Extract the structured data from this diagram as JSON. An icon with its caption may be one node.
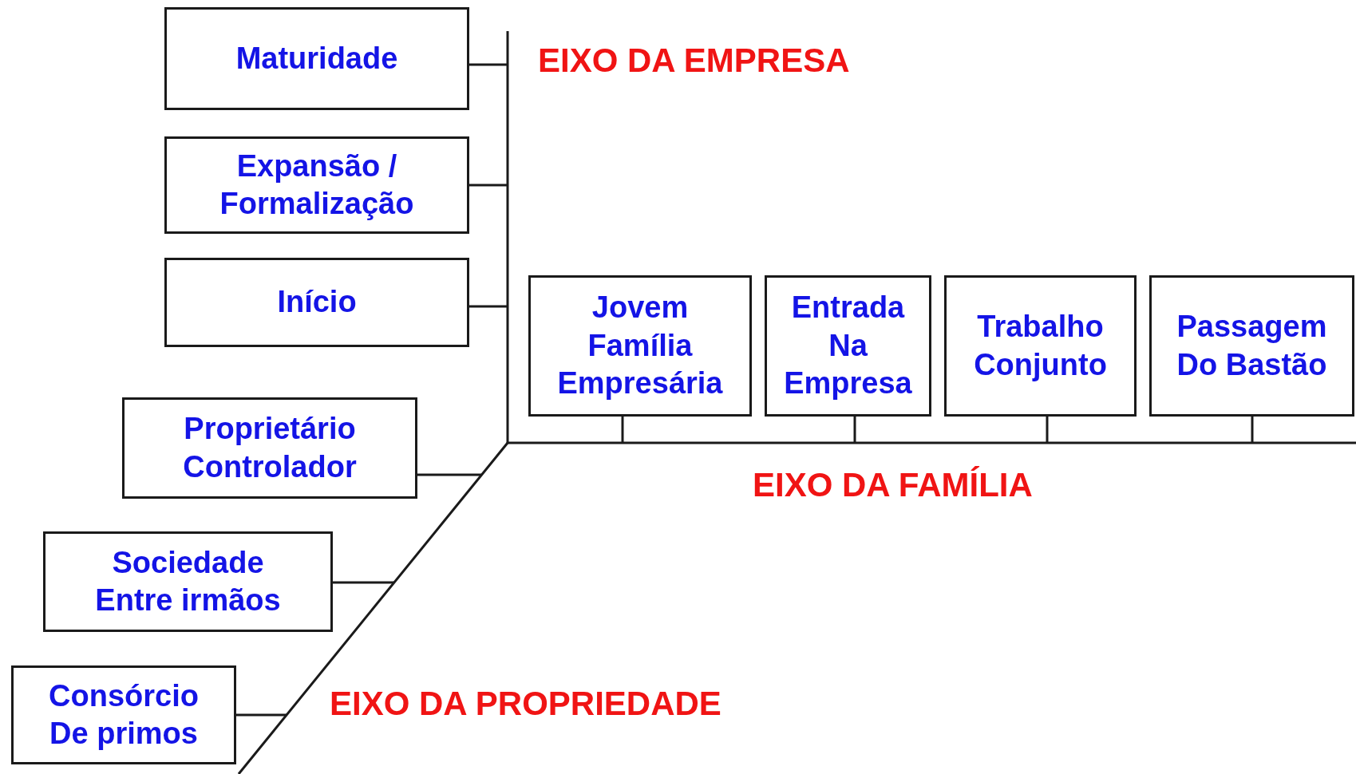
{
  "diagram": {
    "nodes": [
      {
        "text": [
          "Maturidade"
        ]
      },
      {
        "text": [
          "Expansão / Formalização"
        ]
      },
      {
        "text": [
          "Início"
        ]
      },
      {
        "text": [
          "Proprietário Controlador"
        ]
      },
      {
        "text": [
          "Sociedade Entre irmãos"
        ]
      },
      {
        "text": [
          "Consórcio De primos"
        ]
      },
      {
        "text": [
          "Jovem Família Empresária"
        ]
      },
      {
        "text": [
          "Entrada Na Empresa"
        ]
      },
      {
        "text": [
          "Trabalho Conjunto"
        ]
      },
      {
        "text": [
          "Passagem Do Bastão"
        ]
      }
    ],
    "edges": [
      {
        "from": 0,
        "to": null,
        "arrow": "none"
      },
      {
        "from": 1,
        "to": null,
        "arrow": "none"
      },
      {
        "from": 2,
        "to": null,
        "arrow": "none"
      },
      {
        "from": 3,
        "to": null,
        "arrow": "none"
      },
      {
        "from": 4,
        "to": null,
        "arrow": "none"
      },
      {
        "from": 5,
        "to": null,
        "arrow": "none"
      },
      {
        "from": 6,
        "to": null,
        "arrow": "none"
      },
      {
        "from": 7,
        "to": null,
        "arrow": "none"
      },
      {
        "from": 8,
        "to": null,
        "arrow": "none"
      },
      {
        "from": 9,
        "to": null,
        "arrow": "none"
      }
    ],
    "labels": [
      "EIXO DA EMPRESA",
      "EIXO DA FAMÍLIA",
      "EIXO DA PROPRIEDADE"
    ]
  }
}
